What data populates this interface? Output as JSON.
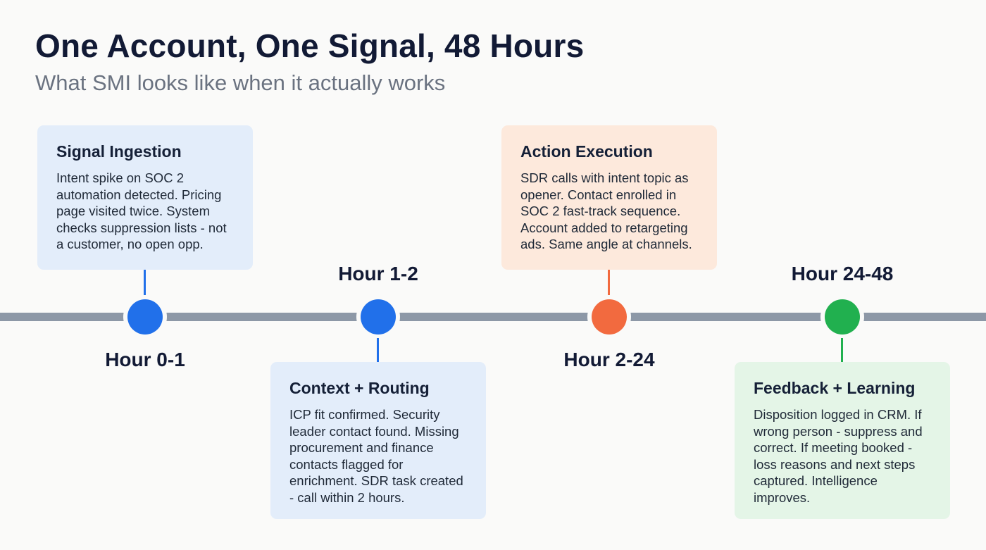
{
  "header": {
    "title": "One Account, One Signal, 48 Hours",
    "subtitle": "What SMI looks like when it actually works"
  },
  "stages": [
    {
      "hour": "Hour 0-1",
      "title": "Signal Ingestion",
      "body": "Intent spike on SOC 2 automation detected. Pricing page visited twice. System checks suppression lists - not a customer, no open opp.",
      "color": "#2170ea"
    },
    {
      "hour": "Hour 1-2",
      "title": "Context + Routing",
      "body": "ICP fit confirmed. Security leader contact found. Missing procurement and finance contacts flagged for enrichment. SDR task created - call within 2 hours.",
      "color": "#2170ea"
    },
    {
      "hour": "Hour 2-24",
      "title": "Action Execution",
      "body": "SDR calls with intent topic as opener. Contact enrolled in SOC 2 fast-track sequence. Account added to retargeting ads. Same angle at channels.",
      "color": "#f26a3f"
    },
    {
      "hour": "Hour 24-48",
      "title": "Feedback + Learning",
      "body": "Disposition logged in CRM. If wrong person - suppress and correct. If meeting booked - loss reasons and next steps captured. Intelligence improves.",
      "color": "#21b04f"
    }
  ],
  "colors": {
    "axis": "#8d98a7",
    "blue_card": "#e3edfa",
    "orange_card": "#fde9dc",
    "green_card": "#e4f5e7"
  }
}
